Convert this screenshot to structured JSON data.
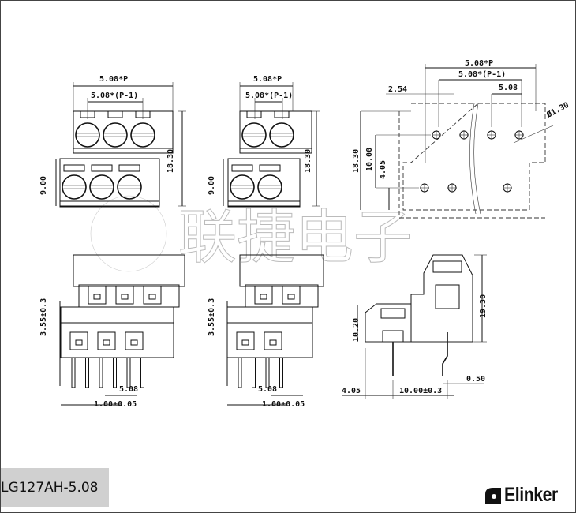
{
  "watermark": "联捷电子",
  "model_label": "LG127AH-5.08",
  "brand": {
    "name": "Elinker",
    "icon": "elinker-logo-icon"
  },
  "views": {
    "top_left": {
      "poles": 3,
      "dims": {
        "pitch_total": "5.08*P",
        "pitch_inner": "5.08*(P-1)",
        "height": "18.30",
        "lower_height": "9.00"
      }
    },
    "top_middle": {
      "poles": 2,
      "dims": {
        "pitch_total": "5.08*P",
        "pitch_inner": "5.08*(P-1)",
        "height": "18.30",
        "lower_height": "9.00"
      }
    },
    "footprint": {
      "dims": {
        "pitch_total": "5.08*P",
        "pitch_inner": "5.08*(P-1)",
        "offset": "2.54",
        "pitch": "5.08",
        "hole": "Ø1.30",
        "height": "18.30",
        "row_spacing": "10.00",
        "edge": "4.05"
      }
    },
    "bottom_left": {
      "poles": 3,
      "dims": {
        "pin_height": "3.55±0.3",
        "pitch": "5.08",
        "pin_width": "1.00±0.05"
      }
    },
    "bottom_middle": {
      "poles": 2,
      "dims": {
        "pin_height": "3.55±0.3",
        "pitch": "5.08",
        "pin_width": "1.00±0.05"
      }
    },
    "side": {
      "dims": {
        "low_height": "10.20",
        "high_height": "19.30",
        "edge": "4.05",
        "row_spacing": "10.00±0.3",
        "pin": "0.50"
      }
    }
  }
}
